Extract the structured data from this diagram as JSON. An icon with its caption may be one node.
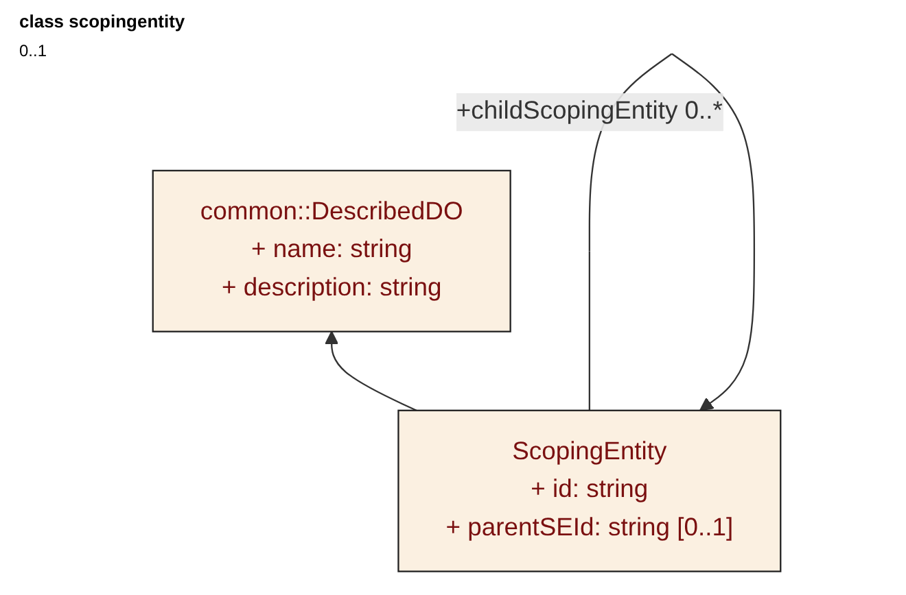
{
  "diagram": {
    "title": "class scopingentity",
    "nodes": [
      {
        "text": [
          "common::DescribedDO",
          "+ name: string",
          "+ description: string"
        ]
      },
      {
        "text": [
          "ScopingEntity",
          "+ id: string",
          "+ parentSEId: string [0..1]"
        ]
      }
    ],
    "edges": [
      {
        "from": 1,
        "to": 0,
        "arrow": "to"
      },
      {
        "from": 1,
        "to": 1,
        "arrow": "to",
        "label": "+childScopingEntity 0..*"
      }
    ],
    "labels": [
      "0..1"
    ]
  }
}
